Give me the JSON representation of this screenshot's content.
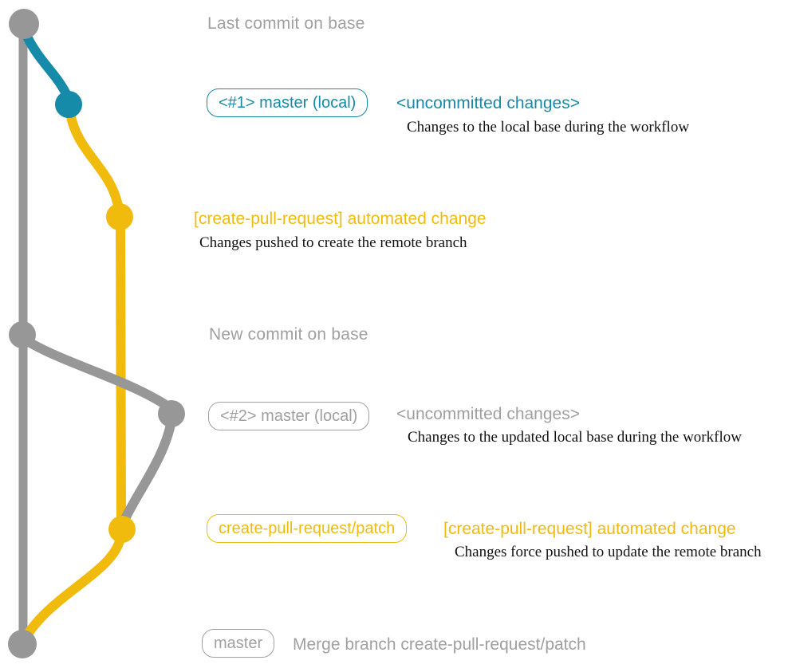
{
  "colors": {
    "base_gray": "#979797",
    "text_gray": "#a0a0a0",
    "blue": "#158aa9",
    "yellow": "#f0bb0d",
    "description_black": "#121212",
    "background": "#ffffff"
  },
  "annotations": {
    "last_commit_title": "Last commit on base",
    "commit1": {
      "badge": "<#1> master (local)",
      "label": "<uncommitted changes>",
      "description": "Changes to the local base during the workflow"
    },
    "commit2": {
      "label": "[create-pull-request] automated change",
      "description": "Changes pushed to create the remote branch"
    },
    "new_commit_title": "New commit on base",
    "commit3": {
      "badge": "<#2> master (local)",
      "label": "<uncommitted changes>",
      "description": "Changes to the updated local base during the workflow"
    },
    "commit4": {
      "badge": "create-pull-request/patch",
      "label": "[create-pull-request] automated change",
      "description": "Changes force pushed to update the remote branch"
    },
    "merge": {
      "badge": "master",
      "label": "Merge branch create-pull-request/patch"
    }
  }
}
